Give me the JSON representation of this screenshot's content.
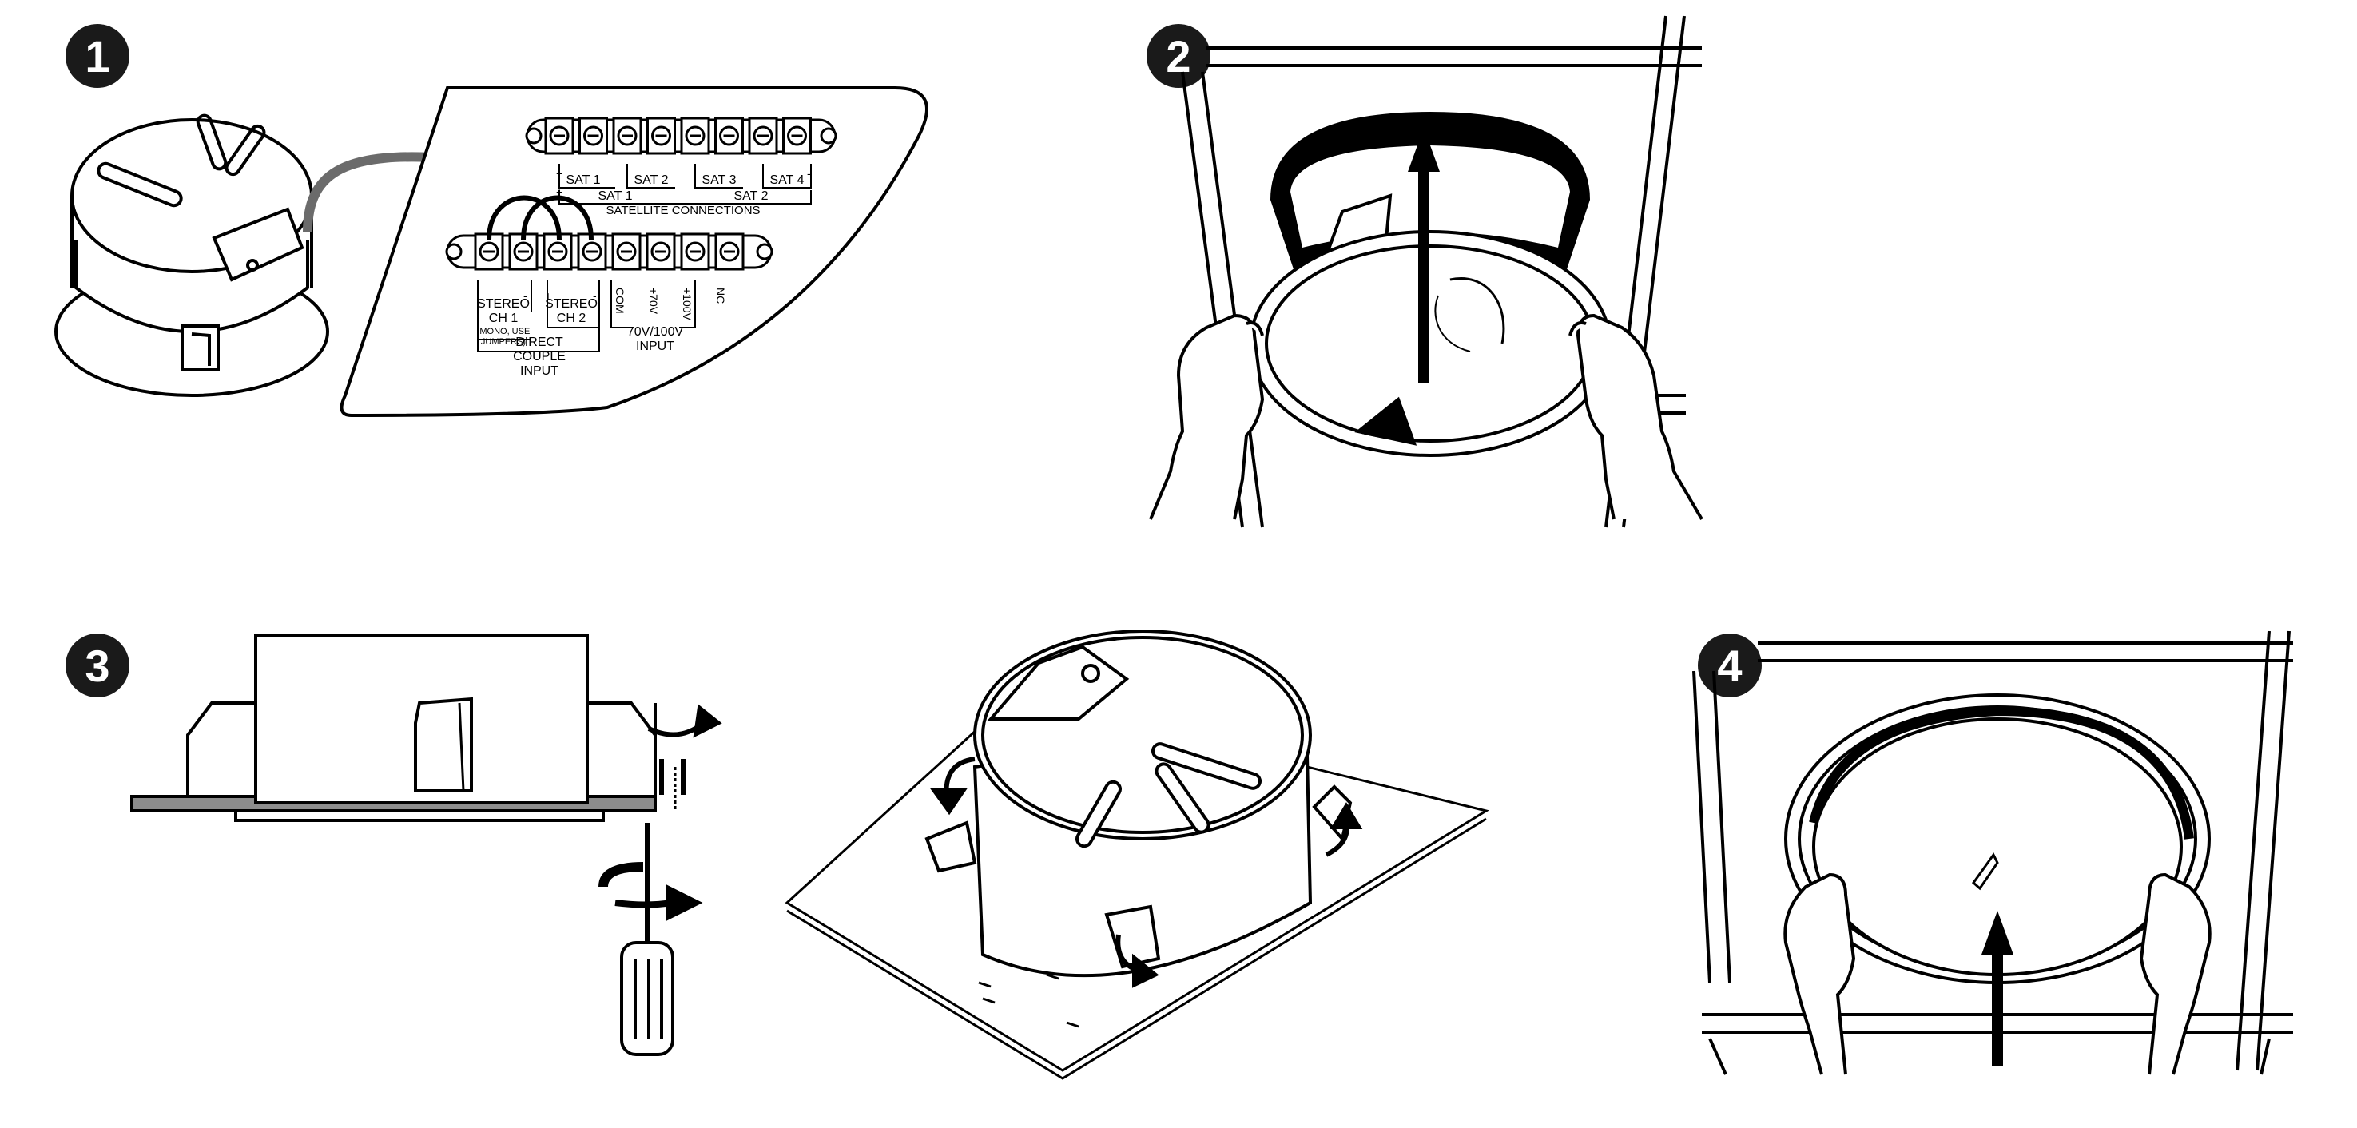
{
  "steps": [
    "1",
    "2",
    "3",
    "4"
  ],
  "panel1": {
    "terminal_top_labels": {
      "sat1": "SAT 1",
      "sat2": "SAT 2",
      "sat3": "SAT 3",
      "sat4": "SAT 4",
      "group_left": "SAT 1",
      "group_right": "SAT 2",
      "caption": "SATELLITE CONNECTIONS",
      "plus": "+",
      "minus": "-"
    },
    "terminal_bottom_labels": {
      "stereo_ch1": "STEREO",
      "ch1": "CH 1",
      "mono_note_1": "(MONO, USE",
      "mono_note_2": "JUMPERS)",
      "stereo_ch2": "STEREO",
      "ch2": "CH 2",
      "com": "COM",
      "v70": "+70V",
      "v100": "+100V",
      "nc": "NC",
      "input_70_100": "70V/100V",
      "input": "INPUT",
      "direct": "DIRECT",
      "couple": "COUPLE",
      "input2": "INPUT",
      "plus": "+",
      "minus": "-"
    }
  },
  "colors": {
    "ink": "#000000",
    "badge": "#1a1a1a",
    "arrow_gray": "#6b6b6b",
    "ceiling_gray": "#8c8c8c"
  }
}
